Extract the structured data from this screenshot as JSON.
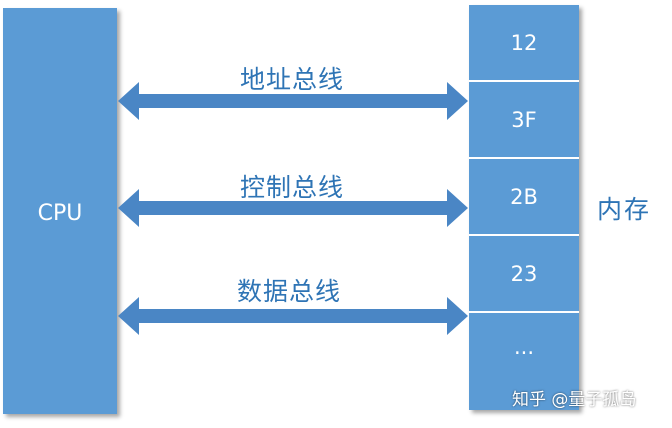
{
  "cpu": {
    "label": "CPU"
  },
  "buses": [
    {
      "label": "地址总线"
    },
    {
      "label": "控制总线"
    },
    {
      "label": "数据总线"
    }
  ],
  "memory": {
    "label": "内存",
    "cells": [
      "12",
      "3F",
      "2B",
      "23",
      "..."
    ]
  },
  "watermark": "知乎 @量子孤岛",
  "colors": {
    "block_fill": "#5b9bd5",
    "label_text": "#2e74b5",
    "arrow_fill": "#4a86c5"
  }
}
